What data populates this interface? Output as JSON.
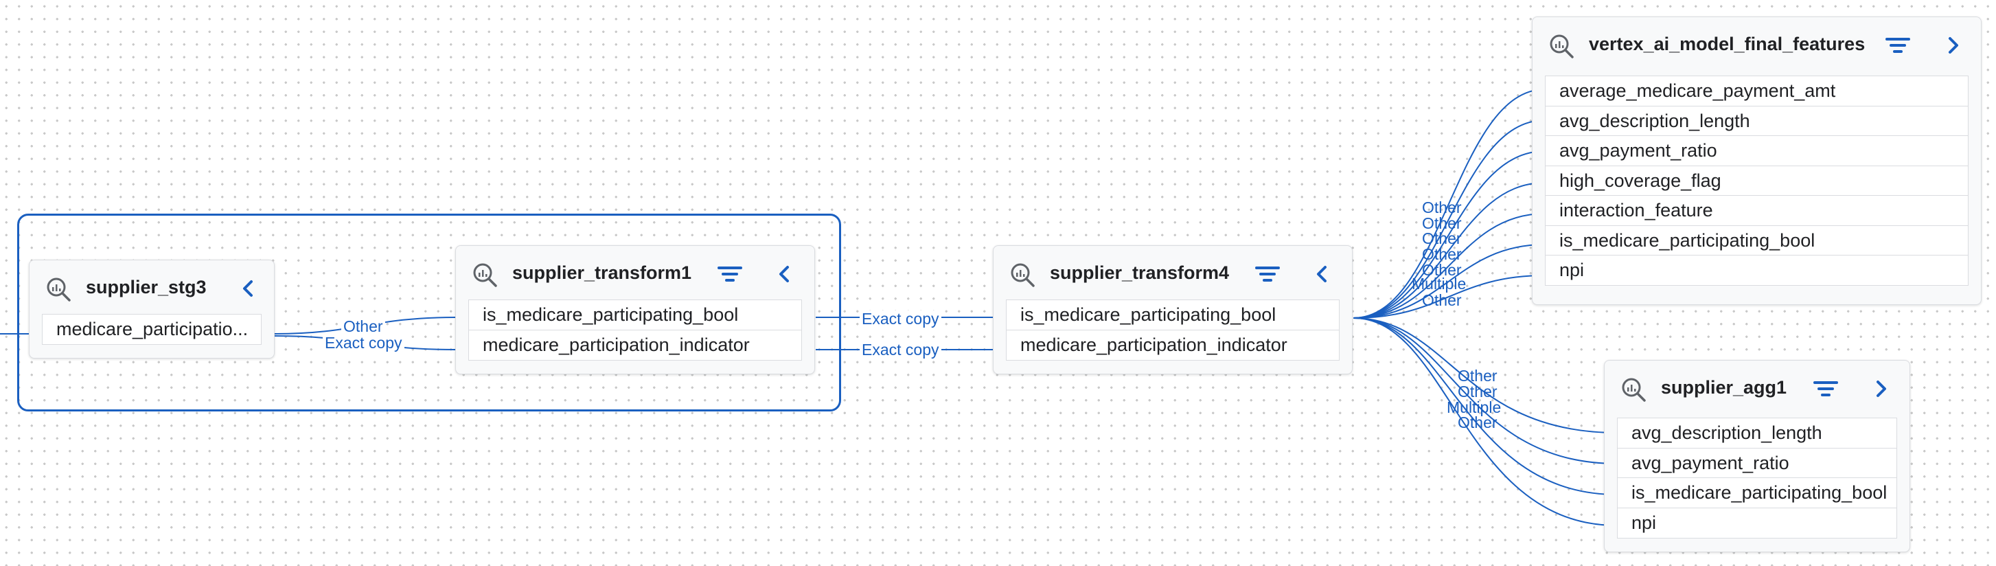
{
  "colors": {
    "edge": "#1a5fc0",
    "group_border": "#1a5fc0",
    "node_bg": "#f8f9fa",
    "field_border": "#dadce0"
  },
  "nodes": {
    "supplier_stg3": {
      "title": "supplier_stg3",
      "icon": "lineage-search-icon",
      "action_icon": "chevron-left-icon",
      "fields": [
        "medicare_participatio..."
      ]
    },
    "supplier_transform1": {
      "title": "supplier_transform1",
      "icon": "lineage-search-icon",
      "action_icons": [
        "filter-icon",
        "chevron-left-icon"
      ],
      "fields": [
        "is_medicare_participating_bool",
        "medicare_participation_indicator"
      ]
    },
    "supplier_transform4": {
      "title": "supplier_transform4",
      "icon": "lineage-search-icon",
      "action_icons": [
        "filter-icon",
        "chevron-left-icon"
      ],
      "fields": [
        "is_medicare_participating_bool",
        "medicare_participation_indicator"
      ]
    },
    "vertex_ai_model_final_features": {
      "title": "vertex_ai_model_final_features",
      "icon": "lineage-search-icon",
      "action_icons": [
        "filter-icon",
        "chevron-right-icon"
      ],
      "fields": [
        "average_medicare_payment_amt",
        "avg_description_length",
        "avg_payment_ratio",
        "high_coverage_flag",
        "interaction_feature",
        "is_medicare_participating_bool",
        "npi"
      ]
    },
    "supplier_agg1": {
      "title": "supplier_agg1",
      "icon": "lineage-search-icon",
      "action_icons": [
        "filter-icon",
        "chevron-right-icon"
      ],
      "fields": [
        "avg_description_length",
        "avg_payment_ratio",
        "is_medicare_participating_bool",
        "npi"
      ]
    }
  },
  "edge_labels": {
    "stg3_other": "Other",
    "stg3_exact": "Exact copy",
    "t1_exact_1": "Exact copy",
    "t1_exact_2": "Exact copy",
    "vertex": [
      "Other",
      "Other",
      "Other",
      "Other",
      "Other",
      "Multiple",
      "Other"
    ],
    "agg": [
      "Other",
      "Other",
      "Multiple",
      "Other"
    ]
  }
}
